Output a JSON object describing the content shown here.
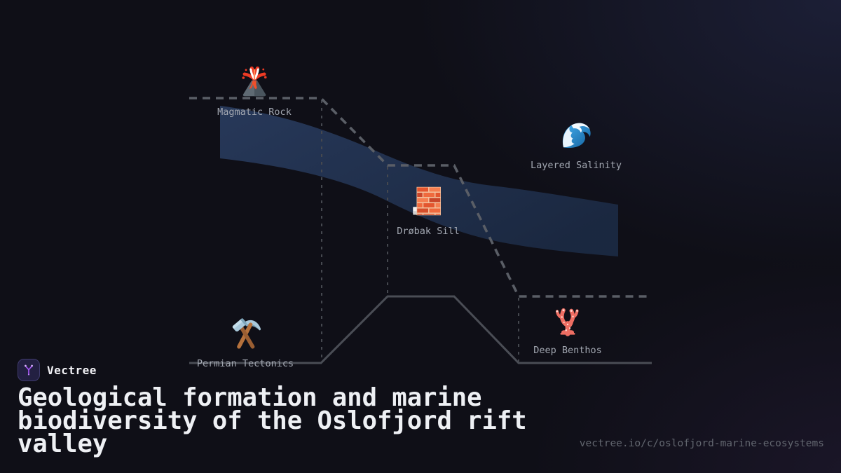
{
  "brand": {
    "name": "Vectree"
  },
  "title": "Geological formation and marine biodiversity of the Oslofjord rift valley",
  "url": "vectree.io/c/oslofjord-marine-ecosystems",
  "diagram": {
    "nodes": [
      {
        "id": "magmatic-rock",
        "label": "Magmatic Rock",
        "icon": "volcano-icon"
      },
      {
        "id": "layered-salinity",
        "label": "Layered Salinity",
        "icon": "water-wave-icon"
      },
      {
        "id": "drobak-sill",
        "label": "Drøbak Sill",
        "icon": "brick-wall-icon"
      },
      {
        "id": "permian-tectonics",
        "label": "Permian Tectonics",
        "icon": "hammer-and-pick-icon"
      },
      {
        "id": "deep-benthos",
        "label": "Deep Benthos",
        "icon": "coral-icon"
      }
    ]
  },
  "colors": {
    "background_dark": "#0f0f17",
    "background_glow": "#2a3058",
    "water_ribbon": "#22334f",
    "seafloor_solid_line": "#4a4d55",
    "boundary_dashed_line": "#5a5e66",
    "connector_dashed_line": "#45484f",
    "node_label_text": "#a2a7b1",
    "title_text": "#eef0f4",
    "url_text": "#62666f",
    "brand_text": "#f2f2f6",
    "brand_accent": "#a855f7"
  }
}
